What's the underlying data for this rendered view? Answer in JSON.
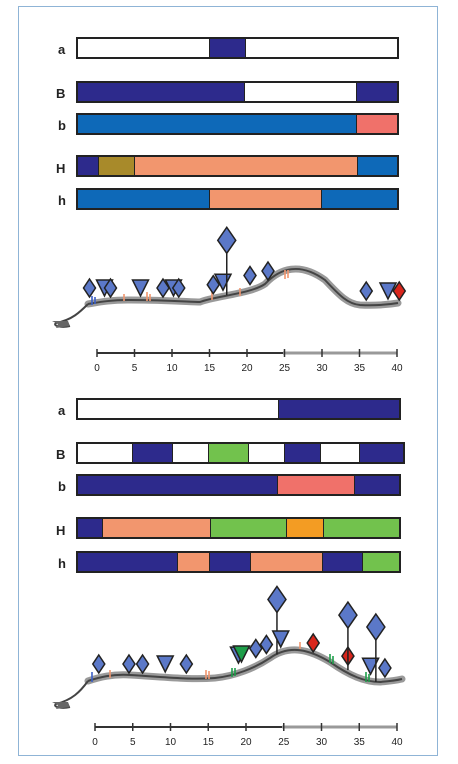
{
  "colors": {
    "navy": "#2d2a8c",
    "blue": "#0e69b8",
    "salmon": "#f2966e",
    "red": "#f0716a",
    "olive": "#a88a2a",
    "green": "#72c24d",
    "orange": "#f39c23",
    "white": "#ffffff",
    "marker_blue": "#5b78c8",
    "marker_red": "#d9261c",
    "marker_green": "#1e9e4a"
  },
  "scale": {
    "min": 0,
    "max": 40,
    "ticks": [
      "0",
      "5",
      "10",
      "15",
      "20",
      "25",
      "30",
      "35",
      "40"
    ]
  },
  "panels": [
    {
      "id": "top",
      "rows": [
        {
          "label": "a",
          "segments": [
            {
              "from": 0,
              "to": 16.5,
              "color": "white"
            },
            {
              "from": 16.5,
              "to": 21,
              "color": "navy"
            },
            {
              "from": 21,
              "to": 40,
              "color": "white"
            }
          ]
        },
        {
          "label": "B",
          "segments": [
            {
              "from": 0,
              "to": 21,
              "color": "navy"
            },
            {
              "from": 21,
              "to": 35,
              "color": "white"
            },
            {
              "from": 35,
              "to": 40,
              "color": "navy"
            }
          ]
        },
        {
          "label": "b",
          "segments": [
            {
              "from": 0,
              "to": 35,
              "color": "blue"
            },
            {
              "from": 35,
              "to": 40,
              "color": "red"
            }
          ]
        },
        {
          "label": "H",
          "segments": [
            {
              "from": 0,
              "to": 2.5,
              "color": "navy"
            },
            {
              "from": 2.5,
              "to": 7,
              "color": "olive"
            },
            {
              "from": 7,
              "to": 35,
              "color": "salmon"
            },
            {
              "from": 35,
              "to": 40,
              "color": "blue"
            }
          ]
        },
        {
          "label": "h",
          "segments": [
            {
              "from": 0,
              "to": 16.5,
              "color": "blue"
            },
            {
              "from": 16.5,
              "to": 30.5,
              "color": "salmon"
            },
            {
              "from": 30.5,
              "to": 40,
              "color": "blue"
            }
          ]
        }
      ],
      "markers": [
        {
          "pos": -1,
          "type": "diamond",
          "color": "marker_blue",
          "level": 0
        },
        {
          "pos": 1,
          "type": "tri",
          "color": "marker_blue",
          "level": 0
        },
        {
          "pos": 1.8,
          "type": "diamond",
          "color": "marker_blue",
          "level": 0
        },
        {
          "pos": 5.8,
          "type": "tri",
          "color": "marker_blue",
          "level": 0
        },
        {
          "pos": 8.8,
          "type": "diamond",
          "color": "marker_blue",
          "level": 0
        },
        {
          "pos": 10.2,
          "type": "tri",
          "color": "marker_blue",
          "level": 0
        },
        {
          "pos": 10.9,
          "type": "diamond",
          "color": "marker_blue",
          "level": 0
        },
        {
          "pos": 15.5,
          "type": "diamond",
          "color": "marker_blue",
          "level": 0
        },
        {
          "pos": 16.8,
          "type": "tri",
          "color": "marker_blue",
          "level": 0
        },
        {
          "pos": 17.3,
          "type": "diamond",
          "color": "marker_blue",
          "level": 1
        },
        {
          "pos": 20.4,
          "type": "diamond",
          "color": "marker_blue",
          "level": 0
        },
        {
          "pos": 22.8,
          "type": "diamond",
          "color": "marker_blue",
          "level": 0
        },
        {
          "pos": 35.9,
          "type": "diamond",
          "color": "marker_blue",
          "level": 0
        },
        {
          "pos": 38.8,
          "type": "tri",
          "color": "marker_blue",
          "level": 0
        },
        {
          "pos": 40.3,
          "type": "diamond",
          "color": "marker_red",
          "level": 0
        }
      ]
    },
    {
      "id": "bottom",
      "rows": [
        {
          "label": "a",
          "segments": [
            {
              "from": 0,
              "to": 25,
              "color": "white"
            },
            {
              "from": 25,
              "to": 40,
              "color": "navy"
            }
          ]
        },
        {
          "label": "B",
          "segments": [
            {
              "from": 0,
              "to": 7,
              "color": "white"
            },
            {
              "from": 7,
              "to": 12,
              "color": "navy"
            },
            {
              "from": 12,
              "to": 16.5,
              "color": "white"
            },
            {
              "from": 16.5,
              "to": 21.5,
              "color": "green"
            },
            {
              "from": 21.5,
              "to": 26,
              "color": "white"
            },
            {
              "from": 26,
              "to": 30.5,
              "color": "navy"
            },
            {
              "from": 30.5,
              "to": 35.5,
              "color": "white"
            },
            {
              "from": 35.5,
              "to": 41,
              "color": "navy"
            }
          ]
        },
        {
          "label": "b",
          "segments": [
            {
              "from": 0,
              "to": 25,
              "color": "navy"
            },
            {
              "from": 25,
              "to": 34.5,
              "color": "red"
            },
            {
              "from": 34.5,
              "to": 40,
              "color": "navy"
            }
          ]
        },
        {
          "label": "H",
          "segments": [
            {
              "from": 0,
              "to": 3,
              "color": "navy"
            },
            {
              "from": 3,
              "to": 16.5,
              "color": "salmon"
            },
            {
              "from": 16.5,
              "to": 26,
              "color": "green"
            },
            {
              "from": 26,
              "to": 30.5,
              "color": "orange"
            },
            {
              "from": 30.5,
              "to": 40,
              "color": "green"
            }
          ]
        },
        {
          "label": "h",
          "segments": [
            {
              "from": 0,
              "to": 12.5,
              "color": "navy"
            },
            {
              "from": 12.5,
              "to": 16.5,
              "color": "salmon"
            },
            {
              "from": 16.5,
              "to": 21.5,
              "color": "navy"
            },
            {
              "from": 21.5,
              "to": 30.5,
              "color": "salmon"
            },
            {
              "from": 30.5,
              "to": 35.5,
              "color": "navy"
            },
            {
              "from": 35.5,
              "to": 40,
              "color": "green"
            }
          ]
        }
      ],
      "markers": [
        {
          "pos": 0.5,
          "type": "diamond",
          "color": "marker_blue",
          "level": 0
        },
        {
          "pos": 4.5,
          "type": "diamond",
          "color": "marker_blue",
          "level": 0
        },
        {
          "pos": 6.3,
          "type": "diamond",
          "color": "marker_blue",
          "level": 0
        },
        {
          "pos": 9.3,
          "type": "tri",
          "color": "marker_blue",
          "level": 0
        },
        {
          "pos": 12.1,
          "type": "diamond",
          "color": "marker_blue",
          "level": 0
        },
        {
          "pos": 19,
          "type": "tri",
          "color": "marker_blue",
          "level": 0
        },
        {
          "pos": 19.4,
          "type": "tri",
          "color": "marker_green",
          "level": 0
        },
        {
          "pos": 21.3,
          "type": "diamond",
          "color": "marker_blue",
          "level": 0
        },
        {
          "pos": 22.7,
          "type": "diamond",
          "color": "marker_blue",
          "level": 0
        },
        {
          "pos": 24.1,
          "type": "diamond",
          "color": "marker_blue",
          "level": 1
        },
        {
          "pos": 24.6,
          "type": "tri",
          "color": "marker_blue",
          "level": 0
        },
        {
          "pos": 28.9,
          "type": "diamond",
          "color": "marker_red",
          "level": 0
        },
        {
          "pos": 33.5,
          "type": "diamond",
          "color": "marker_red",
          "level": 0
        },
        {
          "pos": 33.5,
          "type": "diamond",
          "color": "marker_blue",
          "level": 1
        },
        {
          "pos": 36.5,
          "type": "tri",
          "color": "marker_blue",
          "level": 0
        },
        {
          "pos": 37.2,
          "type": "diamond",
          "color": "marker_blue",
          "level": 1
        },
        {
          "pos": 38.4,
          "type": "diamond",
          "color": "marker_blue",
          "level": 0
        }
      ]
    }
  ]
}
